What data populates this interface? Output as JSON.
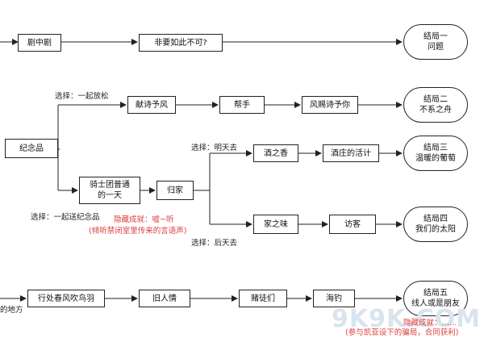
{
  "nodes": {
    "juzhongju": "剧中剧",
    "feiyao": "非要如此不可?",
    "end1": [
      "结局一",
      "问题"
    ],
    "xianshi": "献诗予风",
    "bangshou": "帮手",
    "fengci": "风赐诗予你",
    "end2": [
      "结局二",
      "不系之舟"
    ],
    "jinianpin": "纪念品",
    "qishi": [
      "骑士团普通",
      "的一天"
    ],
    "guijia": "归家",
    "jiuzhixiang": "酒之香",
    "jiuzhuang": "酒庄的活计",
    "end3": [
      "结局三",
      "温暖的葡萄"
    ],
    "jiazhiwei": "家之味",
    "fangke": "访客",
    "end4": [
      "结局四",
      "我们的太阳"
    ],
    "xingchu": "行处春风吹鸟羽",
    "jiurenqing": "旧人情",
    "dutumen": "赌徒们",
    "haidiao": "海钓",
    "end5": [
      "结局五",
      "线人或是朋友"
    ],
    "left_cut": "的地方"
  },
  "labels": {
    "choice_relax": "选择：一起放松",
    "choice_tomorrow": "选择：明天去",
    "choice_gift": "选择：一起送纪念品",
    "choice_dayafter": "选择：后天去"
  },
  "hidden": {
    "line1": "隐藏成就：嘘~听",
    "line2": "(倾听禁闭室里传来的言语声)"
  },
  "watermark": {
    "text": "9K9K.COM",
    "overlay1": "隐藏成就：……",
    "overlay2": "(参与凯亚设下的骗局，合同获利)"
  },
  "colors": {
    "line": "#222222",
    "hidden": "#e03c3c",
    "watermark": "#d9e4ee"
  }
}
